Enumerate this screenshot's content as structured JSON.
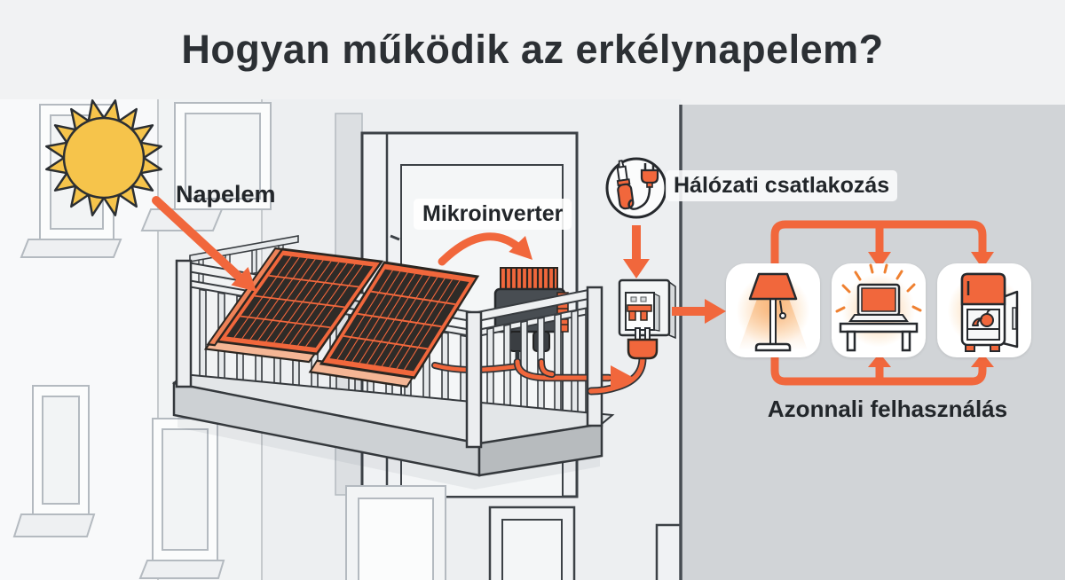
{
  "title": "Hogyan működik az erkélynapelem?",
  "diagram": {
    "labels": {
      "solar_panel": "Napelem",
      "microinverter": "Mikroinverter",
      "grid_connection": "Hálózati csatlakozás",
      "immediate_use": "Azonnali felhasználás"
    },
    "icons": [
      "sun-icon",
      "solar-panel-icon",
      "microinverter-icon",
      "screwdriver-plug-icon",
      "wall-socket-icon",
      "power-plug-icon",
      "lamp-icon",
      "laptop-icon",
      "fridge-icon"
    ],
    "colors": {
      "accent_orange": "#F1673C",
      "sun_yellow": "#F6C44B",
      "panel_cell_dark": "#2E2B28",
      "background_left": "#F1F2F3",
      "background_right": "#D1D4D7",
      "divider_dark": "#474C52",
      "text_dark": "#22262A"
    }
  }
}
